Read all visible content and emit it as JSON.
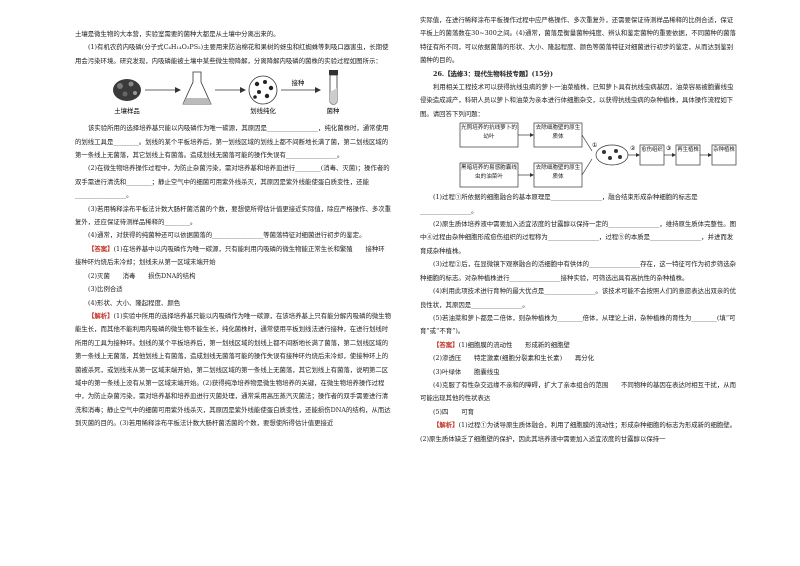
{
  "left": {
    "p_intro": "土壤是微生物的大本营，实验室需要的菌种大都是从土壤中分离出来的。",
    "p_q1": "(1)有机农药内吸磷(分子式C₄H₁₄O₃PS₂)主要用来防治棉花和果树的蚜虫和红蜘蛛等刺吸口器害虫，长期使用会污染环境。研究发现，内吸磷能被土壤中某些微生物降解，分离降解内吸磷的菌株的实验过程如图所示：",
    "figure": {
      "label_soil": "土壤样品",
      "label_culture": "划线纯化",
      "label_inoculate": "接种",
      "label_strain": "菌种"
    },
    "p_a1": "该实验所用的选择培养基只能以内吸磷作为唯一碳源，其原因是________________，纯化菌株时，通常使用的划线工具是________。划线的某个平板培养后，第一划线区域的划线上都不间断地长满了菌，第二划线区域的第一条线上无菌落，其它划线上有菌落。造成划线无菌落可能的操作失误有________________。",
    "p_q2": "(2)在微生物培养操作过程中，为防止杂菌污染，需对培养基和培养皿进行________(消毒、灭菌)；操作者的双手需进行清洗和________；静止空气中的细菌可用紫外线杀灭，其原因是紫外线能使蛋白质变性，还能________________。",
    "p_q3": "(3)若用稀释涂布平板法计数大肠杆菌活菌的个数，要想使所得估计值更接近实际值，除应严格操作、多次重复外，还应保证待测样品稀释的________。",
    "p_q4": "(4)通常，对获得的纯菌种还可以依据菌落的________________等菌落特征对细菌进行初步的鉴定。",
    "answer_tag": "【答案】",
    "answer_1": "(1)在培养基中以内吸磷作为唯一碳源，只有能利用内吸磷的微生物能正常生长和繁殖　　接种环　　接种环灼烧后未冷却；划线未从第一区域末端开始",
    "answer_2": "(2)灭菌　　消毒　　损伤DNA的结构",
    "answer_3": "(3)比例合适",
    "answer_4": "(4)形状、大小、隆起程度、颜色",
    "analysis_tag": "【解析】",
    "analysis": "(1)实验中所用的选择培养基只能以内吸磷作为唯一碳源，在该培养基上只有能分解内吸磷的微生物能生长，而其他不能利用内吸磷的微生物不能生长，纯化菌株时，通常使用平板划线法进行接种，在进行划线时所用的工具为接种环。划线的某个平板培养后，第一划线区域的划线上都不间断地长满了菌落，第二划线区域的第一条线上无菌落，其他划线上有菌落，造成划线无菌落可能的操作失误有接种环灼烧后未冷却，使接种环上的菌被杀死，或划线未从第一区域末端开始，第二划线区域的第一条线上无菌落，其它划线上有菌落，说明第二区域中的第一条线上没有从第一区域末端开始。(2)获得纯净培养物是微生物培养的关键，在微生物培养操作过程中，为防止杂菌污染，需对培养基和培养皿进行灭菌处理，通常采用高压蒸汽灭菌法；操作者的双手需要进行清洗和消毒；静止空气中的细菌可用紫外线杀灭，其原因是紫外线能使蛋白质变性，还能损伤DNA的结构，从而达到灭菌的目的。(3)若用稀释涂布平板法计数大肠杆菌活菌的个数，要想使所得估计值更接近"
  },
  "right": {
    "analysis_cont": "实际值，在进行稀释涂布平板操作过程中应严格操作、多次重复外，还需要保证待测样品稀释的比例合适，保证平板上的菌落数在30~300之间。(4)通常，菌落是衡量菌种纯度、辨认和鉴定菌种的重要依据，不同菌种的菌落特征有所不同，可以依据菌落的形状、大小、隆起程度、颜色等菌落特征对细菌进行初步的鉴定，从而达到鉴别菌种的目的。",
    "question_header": "26.【选修3：现代生物科技专题】(15分)",
    "q_intro": "利用相关工程技术可以获得抗线虫病的萝卜一油菜植株，已知萝卜具有抗线虫病基因，油菜容易被胞囊线虫侵染造成减产，科研人员以萝卜和油菜为亲本进行体细胞杂交，以获得抗线虫病的杂种植株，具体操作流程如下图。请回答下列问题：",
    "flow": {
      "box_a": "光照培养的抗线萝卜的幼叶",
      "box_b": "去除细胞壁的原生质体",
      "box_c": "黑暗培养的易感胞囊线虫的油菜叶",
      "box_d": "去除细胞壁的原生质体",
      "step1": "①",
      "step2": "②",
      "step3": "③",
      "box_e": "愈伤组织",
      "box_f": "再生植株",
      "box_g": "杂种植株"
    },
    "q1": "(1)过程①所依据的细胞融合的基本原理是________________，融合结束形成杂种细胞的标志是________________。",
    "q2": "(2)原生质体培养液中需要加入适宜浓度的甘露醇以保持一定的________________，维持原生质体完整性。图中④过程由杂种细胞形成愈伤组织的过程称为________________，过程⑤的本质是________________，并进而发育成杂种植株。",
    "q3": "(3)过程②后，在显微镜下观察融合的活细胞中有供体的________________存在，这一特征可作为初步筛选杂种细胞的标志。对杂种植株进行________________接种实验，可筛选出具有高抗性的杂种植株。",
    "q4": "(4)利用此项技术进行育种的最大优点是________________。该技术可能不会按照人们的意愿表达出双亲的优良性状，其原因是________________。",
    "q5": "(5)若油菜和萝卜都是二倍体，则杂种植株为________倍体，从理论上讲，杂种植株的育性为________(填“可育”或“不育”)。",
    "answer_tag": "【答案】",
    "answer_1": "(1)细胞膜的流动性　　形成新的细胞壁",
    "answer_2": "(2)渗透压　　特定激素(细胞分裂素和生长素)　　再分化",
    "answer_3": "(3)叶绿体　　胞囊线虫",
    "answer_4": "(4)克服了有性杂交远缘不亲和的障碍，扩大了亲本组合的范围　　不同物种的基因在表达时相互干扰，从而可能出现其他的性状表达",
    "answer_5": "(5)四　　可育",
    "analysis_tag": "【解析】",
    "analysis": "(1)过程①为诱导原生质体融合，利用了细胞膜的流动性；形成杂种细胞的标志为形成新的细胞壁。(2)原生质体缺乏了细胞壁的保护，因此其培养液中需要加入适宜浓度的甘露醇以保持一"
  }
}
